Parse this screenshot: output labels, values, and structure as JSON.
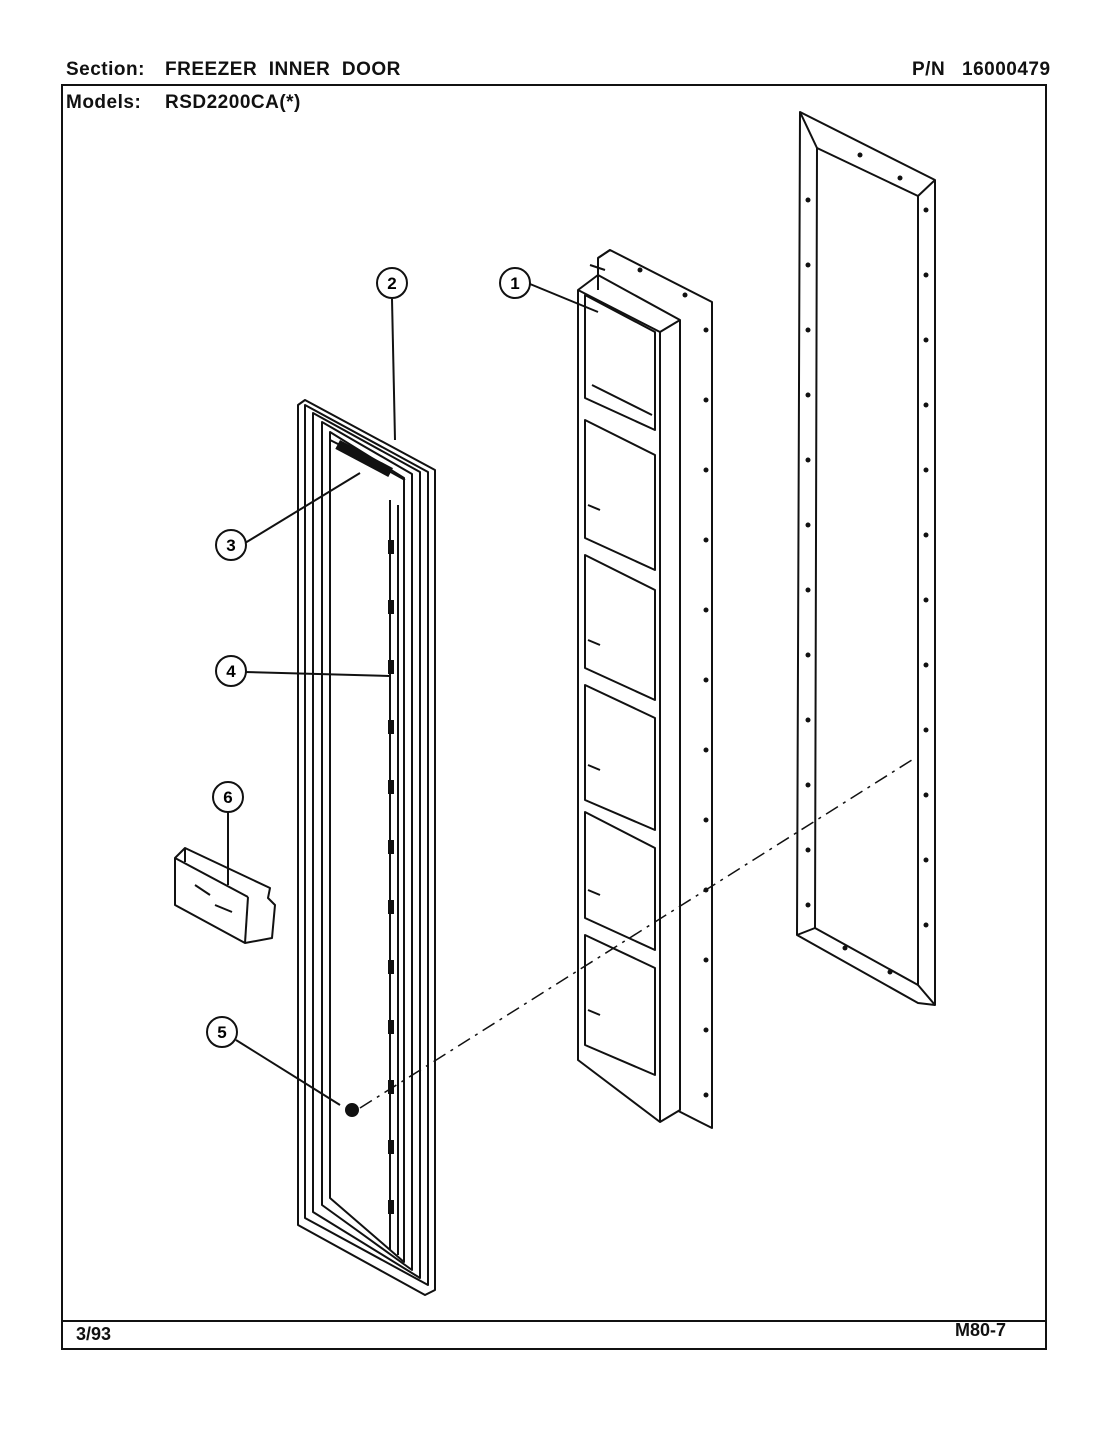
{
  "header": {
    "section_label": "Section:",
    "section_value": "FREEZER  INNER  DOOR",
    "pn_label": "P/N",
    "pn_value": "16000479",
    "models_label": "Models:",
    "models_value": "RSD2200CA(*)"
  },
  "callouts": {
    "c1": "1",
    "c2": "2",
    "c3": "3",
    "c4": "4",
    "c5": "5",
    "c6": "6"
  },
  "footer": {
    "date": "3/93",
    "page_code": "M80-7"
  }
}
